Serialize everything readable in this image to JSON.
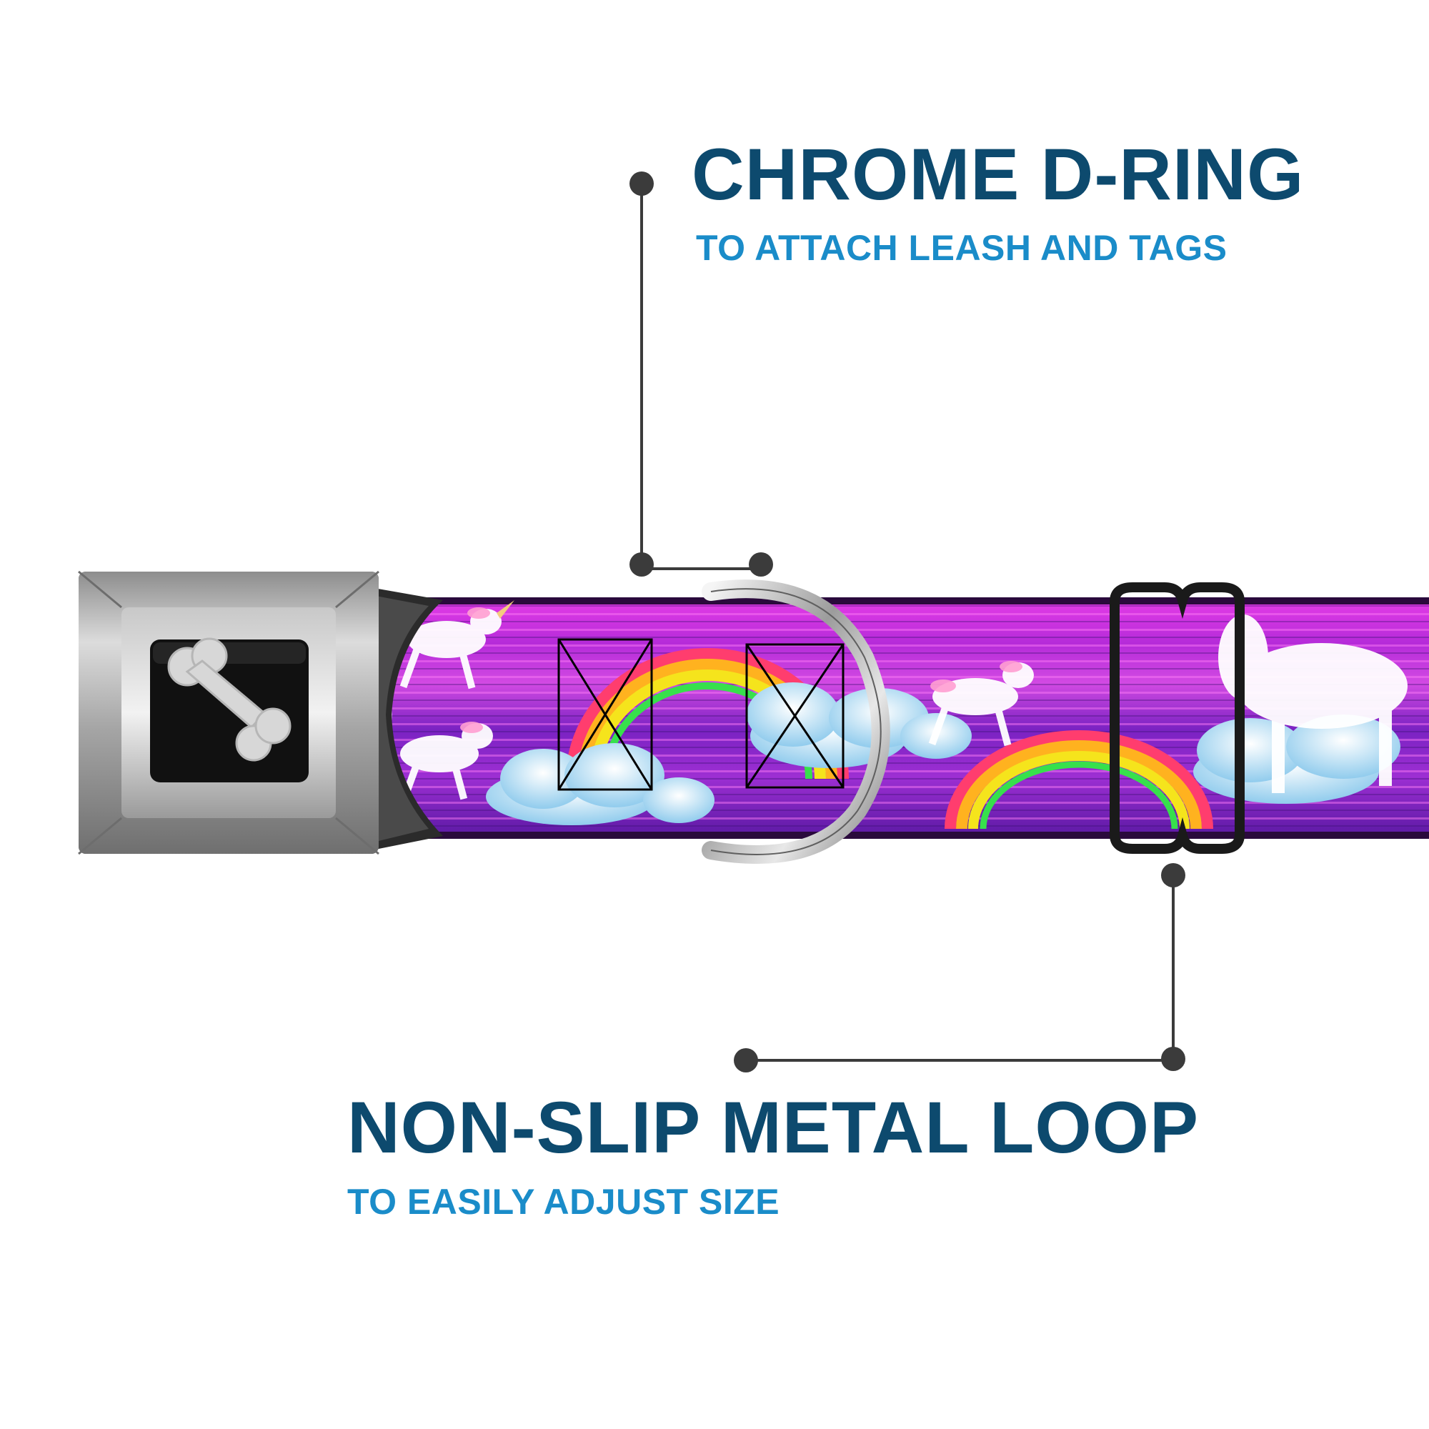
{
  "callouts": {
    "dring": {
      "title": "CHROME D-RING",
      "subtitle": "TO ATTACH LEASH AND TAGS"
    },
    "loop": {
      "title": "NON-SLIP METAL LOOP",
      "subtitle": "TO EASILY ADJUST SIZE"
    }
  },
  "colors": {
    "title": "#0d4a6e",
    "subtitle": "#1a8cc9",
    "leader": "#3b3b3b",
    "strap_purple": "#8a1fc4",
    "strap_magenta": "#d93fd9",
    "buckle_steel": "#9a9a9a"
  },
  "icons": {
    "buckle_logo": "bone-icon"
  }
}
